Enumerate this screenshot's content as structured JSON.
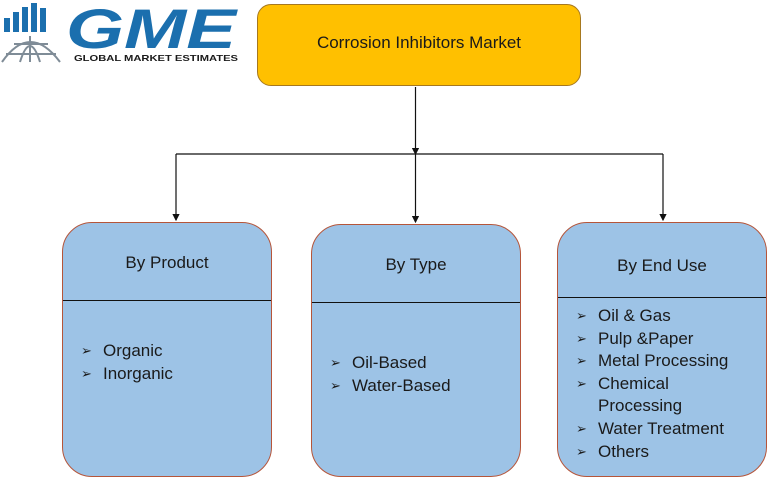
{
  "logo": {
    "brand": "GME",
    "tagline": "GLOBAL MARKET ESTIMATES",
    "colors": {
      "primary": "#1b6fae",
      "globe": "#7f8c97"
    }
  },
  "root": {
    "label": "Corrosion Inhibitors Market",
    "fill": "#ffc000"
  },
  "segments": [
    {
      "title": "By Product",
      "items": [
        "Organic",
        "Inorganic"
      ]
    },
    {
      "title": "By Type",
      "items": [
        "Oil-Based",
        "Water-Based"
      ]
    },
    {
      "title": "By End Use",
      "items": [
        "Oil & Gas",
        "Pulp &Paper",
        "Metal Processing",
        "Chemical Processing",
        "Water Treatment",
        "Others"
      ]
    }
  ],
  "style": {
    "card_fill": "#9dc3e6",
    "card_border": "#b5553a",
    "bullet_icon": "arrowhead-bullet-icon"
  }
}
